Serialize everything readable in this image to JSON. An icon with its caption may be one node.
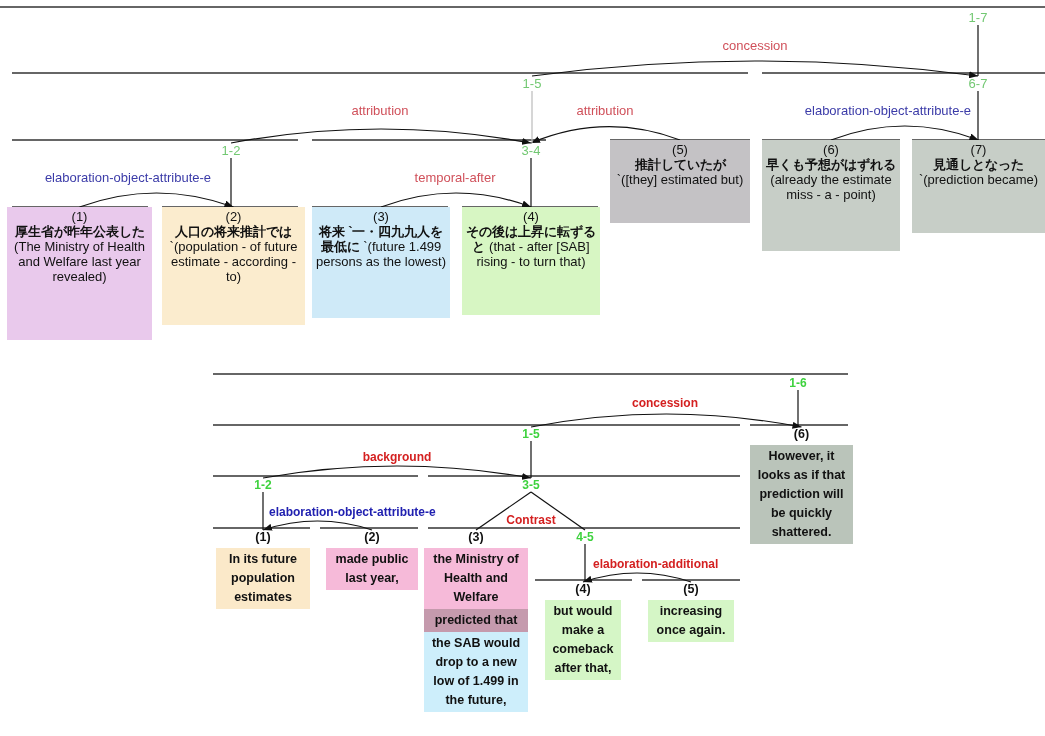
{
  "diagram": {
    "nodes": [
      {
        "text": [
          "1-7"
        ]
      },
      {
        "text": [
          "1-5"
        ]
      },
      {
        "text": [
          "6-7"
        ]
      },
      {
        "text": [
          "1-2"
        ]
      },
      {
        "text": [
          "3-4"
        ]
      },
      {
        "text": [
          "(1)",
          "**厚生省が昨年公表した** (The Ministry of Health and Welfare last year revealed)"
        ]
      },
      {
        "text": [
          "(2)",
          "**人口の将来推計では** `(population - of future estimate - according - to)"
        ]
      },
      {
        "text": [
          "(3)",
          "**将来 `一・四九九人を最低に** `(future 1.499 persons as the lowest)"
        ]
      },
      {
        "text": [
          "(4)",
          "**その後は上昇に転ずると** (that - after [SAB] rising - to turn that)"
        ]
      },
      {
        "text": [
          "(5)",
          "**推計していたが** `([they] estimated but)"
        ]
      },
      {
        "text": [
          "(6)",
          "**早くも予想がはずれる** (already the estimate miss - a - point)"
        ]
      },
      {
        "text": [
          "(7)",
          "**見通しとなった** `(prediction became)"
        ]
      },
      {
        "text": [
          "1-6"
        ]
      },
      {
        "text": [
          "1-5"
        ]
      },
      {
        "text": [
          "1-2"
        ]
      },
      {
        "text": [
          "3-5"
        ]
      },
      {
        "text": [
          "4-5"
        ]
      },
      {
        "text": [
          "(1)",
          "In its future population estimates"
        ]
      },
      {
        "text": [
          "(2)",
          "made public last year,"
        ]
      },
      {
        "text": [
          "(3)",
          "the Ministry of Health and Welfare",
          "predicted that",
          "the SAB would drop to a new low of 1.499 in the future,"
        ]
      },
      {
        "text": [
          "(4)",
          "but would make a comeback after that,"
        ]
      },
      {
        "text": [
          "(5)",
          "increasing once again."
        ]
      },
      {
        "text": [
          "(6)",
          "However, it looks as if that prediction will be quickly shattered."
        ]
      }
    ],
    "edges": [
      {
        "from": 1,
        "to": 2,
        "arrow": "to",
        "label": "concession"
      },
      {
        "from": 0,
        "to": 2,
        "arrow": "none"
      },
      {
        "from": 3,
        "to": 4,
        "arrow": "to",
        "label": "attribution"
      },
      {
        "from": 9,
        "to": 4,
        "arrow": "to",
        "label": "attribution"
      },
      {
        "from": 1,
        "to": 4,
        "arrow": "none",
        "color": "#bbbbbb"
      },
      {
        "from": 10,
        "to": 11,
        "arrow": "to",
        "label": "elaboration-object-attribute-e"
      },
      {
        "from": 5,
        "to": 6,
        "arrow": "to",
        "label": "elaboration-object-attribute-e"
      },
      {
        "from": 7,
        "to": 8,
        "arrow": "to",
        "label": "temporal-after"
      },
      {
        "from": 3,
        "to": 6,
        "arrow": "none"
      },
      {
        "from": 4,
        "to": 8,
        "arrow": "none"
      },
      {
        "from": 2,
        "to": 11,
        "arrow": "none"
      },
      {
        "from": 13,
        "to": 22,
        "arrow": "to",
        "label": "concession"
      },
      {
        "from": 12,
        "to": 22,
        "arrow": "none"
      },
      {
        "from": 14,
        "to": 15,
        "arrow": "to",
        "label": "background"
      },
      {
        "from": 13,
        "to": 15,
        "arrow": "none"
      },
      {
        "from": 18,
        "to": 17,
        "arrow": "to",
        "label": "elaboration-object-attribute-e"
      },
      {
        "from": 14,
        "to": 17,
        "arrow": "none"
      },
      {
        "from": 15,
        "to": 19,
        "arrow": "none"
      },
      {
        "from": 15,
        "to": 16,
        "arrow": "none"
      },
      {
        "from": 21,
        "to": 20,
        "arrow": "to",
        "label": "elaboration-additional"
      },
      {
        "from": 16,
        "to": 20,
        "arrow": "none"
      }
    ],
    "labels": [
      "Contrast"
    ]
  }
}
